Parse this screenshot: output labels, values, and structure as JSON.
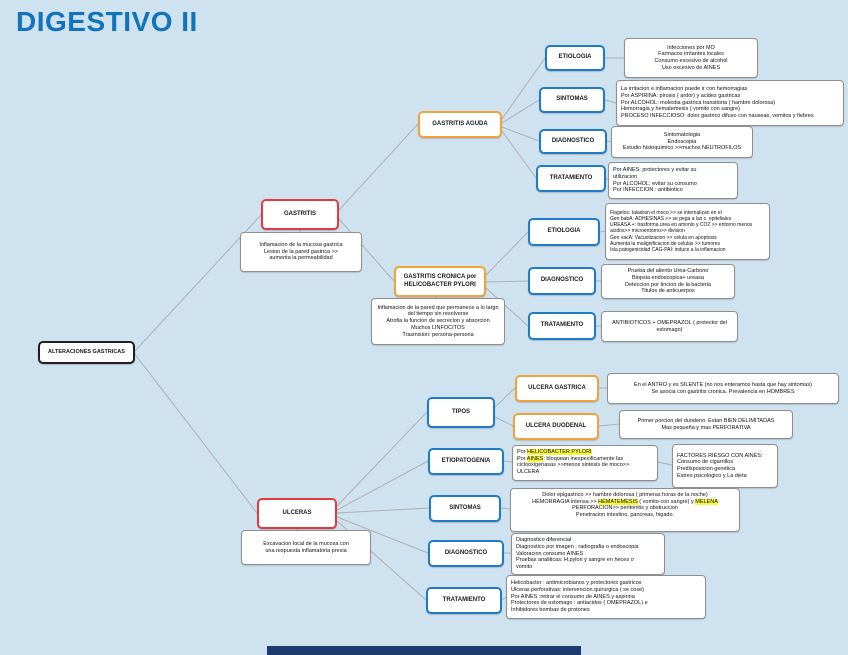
{
  "title": "DIGESTIVO II",
  "colors": {
    "background": "#cfe2f0",
    "title": "#1173bc",
    "root_border": "#202020",
    "branch_border": "#e03c3f",
    "sub_border": "#f0a33a",
    "topic_border": "#1e7bc8",
    "note_border": "#8f8f8f",
    "highlight": "#f8f840",
    "connector": "#b0b0b0",
    "bottom_bar": "#1e3a6e"
  },
  "map": {
    "root": {
      "label": "ALTERACIONES GASTRICAS"
    },
    "gastritis": {
      "label": "GASTRITIS",
      "note": "Inflamacion de la mucosa gastrica\nLesion de la pared gastrica >>\naumenta la permeabilidad",
      "aguda": {
        "label": "GASTRITIS AGUDA",
        "etiologia": {
          "label": "ETIOLOGIA",
          "text": "Infecciones por MO\nFarmacos irritantes locales\nConsumo excesivo de alcohol\nUso excesivo de AINES"
        },
        "sintomas": {
          "label": "SINTOMAS",
          "text": "La irritacion e inflamacion puede ir con hemorragias\nPor ASPIRINA: pirosis ( ardor) y acidez gastricas\nPor ALCOHOL: molestia gastrica transitoria ( hambre dolorosa)\nHemorragia y hematemesis ( vomito con sangre)\nPROCESO INFECCIOSO: dolor gastrico difuso con nauseas, vomitos y fiebres"
        },
        "diagnostico": {
          "label": "DIAGNOSTICO",
          "text": "Sintomatologia\nEndoscopia\nEstudio histoquimico >>muchos NEUTROFILOS"
        },
        "tratamiento": {
          "label": "TRATAMIENTO",
          "text": "Por AINES: protectores y evitar su\nutilizacion\nPor ALCOHOL: evitar su consumo\nPor INFECCION : antibiotico"
        }
      },
      "cronica": {
        "label": "GASTRITIS CRONICA por\nHELICOBACTER PYLORI",
        "note": "Inflamacion de la pared que permanece a lo largo\ndel tiempo sin resolverse\nAtrofia la funcion de secrecion y absorcion\nMuchos LINFOCITOS\nTrasmision: persona-persona",
        "etiologia": {
          "label": "ETIOLOGIA",
          "text": "Flagelos: taladran el moco >> se internalizan en el\nGen babA: ADHESINAS >> se pega a las c. epiteliales\nUREASA +: trasforma urea en amonio y CO2 >> entorno menos\nacidos>> microentorno>> division\nGen vacA: Vacuolizacion >> celula en apoptosis\nAumenta la malignificacion de celulas >> tumores\nIsla patogenicidad CAG-PAI: induce a la inflamacion"
        },
        "diagnostico": {
          "label": "DIAGNOSTICO",
          "text": "Prueba del aliento Urea-Carbono\nBiopsia endoscopica+ ureasa\nDeteccion por tincion de la bacteria\nTitulos de anticuerpos"
        },
        "tratamiento": {
          "label": "TRATAMIENTO",
          "text": "ANTIBIOTICOS + OMEPRAZOL ( protector del\nestomago)"
        }
      }
    },
    "ulceras": {
      "label": "ULCERAS",
      "note": "Excavacion local de la mucosa con\nuna respuesta inflamatoria previa",
      "tipos": {
        "label": "TIPOS",
        "gastrica": {
          "label": "ULCERA GASTRICA",
          "text": "En el ANTRO y es SILENTE (no nos enteramos hasta que hay sintomas)\nSe asocia con gastritis cronica. Prevalencia en HOMBRES"
        },
        "duodenal": {
          "label": "ULCERA DUODENAL",
          "text": "Primer porcion del duodeno. Estan BIEN DELIMITADAS\nMas pequeña y mas PERFORATIVA"
        }
      },
      "etiopatogenia": {
        "label": "ETIOPATOGENIA",
        "pre1": "Por ",
        "hl1": "HELICOBACTER PYLORI",
        "pre2": "Por ",
        "hl2": "AINES",
        "post2": ": bloquean inespecificamente las\nciclooxigenasas >>menos sintesis de moco>> ULCERA",
        "factores": "FACTORES RIESGO CON AINES:\nConsumo de cigarrillos\nPredisposicion genetica\nEstres psicologico y La dieta"
      },
      "sintomas": {
        "label": "SINTOMAS",
        "line1": "Dolor epigastrico >> hambre dolorosa ( primeras horas de la noche)",
        "line2pre": "HEMORRAGIA intensa >> ",
        "line2hl1": "HEMATEMESIS",
        "line2mid": " ( vomito con sangre) y ",
        "line2hl2": "MELENA",
        "line3": "PERFORACION>> peritonitis y obstruccion\nPenetracion intestino, pancreas, higado."
      },
      "diagnostico": {
        "label": "DIAGNOSTICO",
        "text": "Diagnostico diferencial\nDiagnostico por imagen : radiografia o endoscopia\nValoracion consumo AINES\nPruebas analiticas: H.pylori y sangre en heces o\nvomito"
      },
      "tratamiento": {
        "label": "TRATAMIENTO",
        "text": "Helicobacter : antimicrobianos y protectores gastricos\nUlceras perforativas: intervencion quirurgica ( se cose)\nPor AINES :retirar el consumo de AINES y aspirina\nProtectores de estomago : antiacidos ( OMEPRAZOL) e\nInhibidores bombas de protones"
      }
    }
  }
}
